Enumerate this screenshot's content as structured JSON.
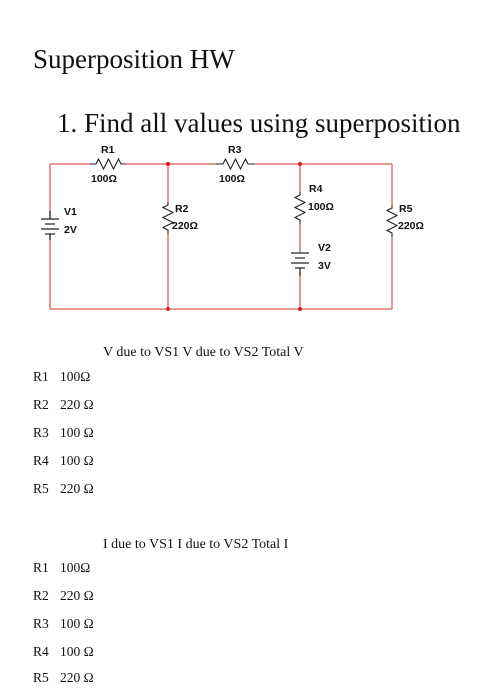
{
  "document": {
    "title": "Superposition HW",
    "problem": "1. Find all values using superposition"
  },
  "circuit": {
    "wire_color": "#e05a5a",
    "node_color": "#d81c1c",
    "components": {
      "R1": {
        "name": "R1",
        "value": "100Ω"
      },
      "R2": {
        "name": "R2",
        "value": "220Ω"
      },
      "R3": {
        "name": "R3",
        "value": "100Ω"
      },
      "R4": {
        "name": "R4",
        "value": "100Ω"
      },
      "R5": {
        "name": "R5",
        "value": "220Ω"
      },
      "V1": {
        "name": "V1",
        "value": "2V"
      },
      "V2": {
        "name": "V2",
        "value": "3V"
      }
    }
  },
  "voltage_table": {
    "header": "V due to VS1 V due to VS2 Total V",
    "rows": [
      {
        "name": "R1",
        "value": "100Ω"
      },
      {
        "name": "R2",
        "value": "220 Ω"
      },
      {
        "name": "R3",
        "value": "100 Ω"
      },
      {
        "name": "R4",
        "value": "100 Ω"
      },
      {
        "name": "R5",
        "value": "220 Ω"
      }
    ]
  },
  "current_table": {
    "header": "I due to VS1 I due to VS2 Total I",
    "rows": [
      {
        "name": "R1",
        "value": "100Ω"
      },
      {
        "name": "R2",
        "value": "220 Ω"
      },
      {
        "name": "R3",
        "value": "100 Ω"
      },
      {
        "name": "R4",
        "value": "100 Ω"
      },
      {
        "name": "R5",
        "value": "220 Ω"
      }
    ]
  }
}
